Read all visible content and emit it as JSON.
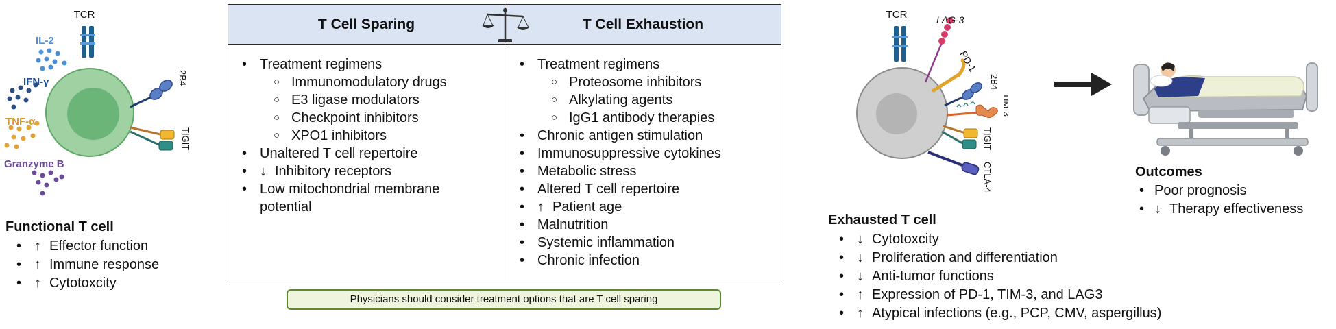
{
  "functional_cell": {
    "labels": {
      "tcr": "TCR",
      "r2b4": "2B4",
      "tigit": "TIGIT"
    },
    "cytokines": [
      "IL-2",
      "IFN-γ",
      "TNF-α",
      "Granzyme B"
    ],
    "cytokine_colors": [
      "#4a90d9",
      "#1f4e8c",
      "#d99a2b",
      "#6b4a9c"
    ],
    "title": "Functional T cell",
    "items": [
      {
        "arrow": "↑",
        "text": "Effector function"
      },
      {
        "arrow": "↑",
        "text": "Immune response"
      },
      {
        "arrow": "↑",
        "text": "Cytotoxcity"
      }
    ]
  },
  "table": {
    "left_header": "T Cell Sparing",
    "right_header": "T Cell Exhaustion",
    "left": {
      "group_label": "Treatment regimens",
      "group_items": [
        "Immunomodulatory drugs",
        "E3 ligase modulators",
        "Checkpoint inhibitors",
        "XPO1 inhibitors"
      ],
      "items": [
        {
          "arrow": "",
          "text": "Unaltered T cell repertoire"
        },
        {
          "arrow": "↓",
          "text": "Inhibitory receptors"
        },
        {
          "arrow": "",
          "text": "Low mitochondrial membrane potential"
        }
      ]
    },
    "right": {
      "group_label": "Treatment regimens",
      "group_items": [
        "Proteosome inhibitors",
        "Alkylating agents",
        "IgG1 antibody therapies"
      ],
      "items": [
        {
          "arrow": "",
          "text": "Chronic antigen stimulation"
        },
        {
          "arrow": "",
          "text": "Immunosuppressive cytokines"
        },
        {
          "arrow": "",
          "text": "Metabolic stress"
        },
        {
          "arrow": "",
          "text": "Altered T cell repertoire"
        },
        {
          "arrow": "↑",
          "text": "Patient age"
        },
        {
          "arrow": "",
          "text": "Malnutrition"
        },
        {
          "arrow": "",
          "text": "Systemic inflammation"
        },
        {
          "arrow": "",
          "text": "Chronic infection"
        }
      ]
    },
    "note": "Physicians should consider treatment options that are T cell sparing"
  },
  "exhausted_cell": {
    "labels": {
      "tcr": "TCR",
      "lag3": "LAG-3",
      "pd1": "PD-1",
      "r2b4": "2B4",
      "tim3": "TIM-3",
      "tigit": "TIGIT",
      "ctla4": "CTLA-4"
    },
    "title": "Exhausted T cell",
    "items": [
      {
        "arrow": "↓",
        "text": "Cytotoxcity"
      },
      {
        "arrow": "↓",
        "text": "Proliferation and differentiation"
      },
      {
        "arrow": "↓",
        "text": "Anti-tumor functions"
      },
      {
        "arrow": "↑",
        "text": "Expression of PD-1, TIM-3, and LAG3"
      },
      {
        "arrow": "↑",
        "text": "Atypical infections (e.g., PCP, CMV, aspergillus)"
      }
    ]
  },
  "outcomes": {
    "title": "Outcomes",
    "items": [
      {
        "arrow": "",
        "text": "Poor prognosis"
      },
      {
        "arrow": "↓",
        "text": "Therapy effectiveness"
      }
    ]
  }
}
